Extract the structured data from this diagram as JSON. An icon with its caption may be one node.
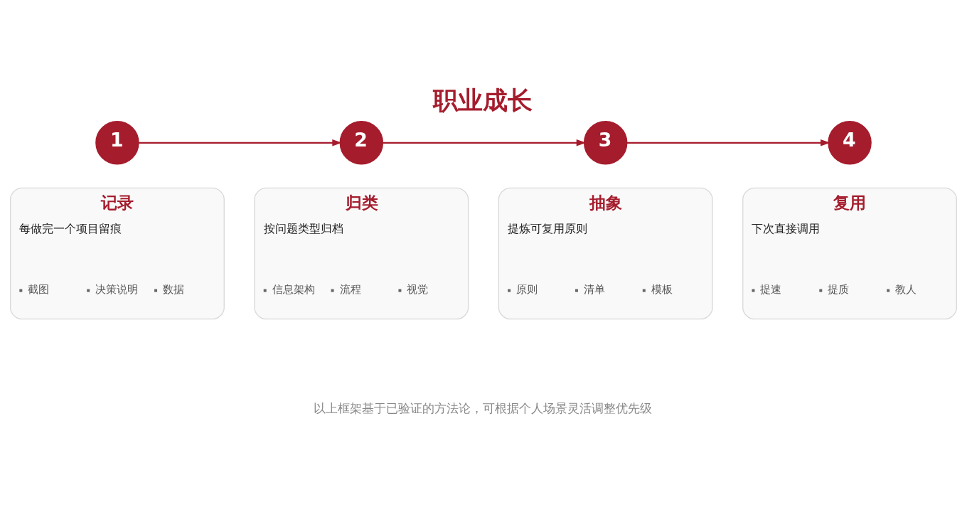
{
  "diagram": {
    "title": "职业成长",
    "caption": "以上框架基于已验证的方法论，可根据个人场景灵活调整优先级",
    "nodes": [
      {
        "text": [
          "1"
        ]
      },
      {
        "text": [
          "2"
        ]
      },
      {
        "text": [
          "3"
        ]
      },
      {
        "text": [
          "4"
        ]
      },
      {
        "text": [
          "记录",
          "每做完一个项目留痕",
          "截图",
          "决策说明",
          "数据"
        ]
      },
      {
        "text": [
          "归类",
          "按问题类型归档",
          "信息架构",
          "流程",
          "视觉"
        ]
      },
      {
        "text": [
          "抽象",
          "提炼可复用原则",
          "原则",
          "清单",
          "模板"
        ]
      },
      {
        "text": [
          "复用",
          "下次直接调用",
          "提速",
          "提质",
          "教人"
        ]
      }
    ],
    "edges": [
      {
        "from": 0,
        "to": 1,
        "arrow": "to"
      },
      {
        "from": 1,
        "to": 2,
        "arrow": "to"
      },
      {
        "from": 2,
        "to": 3,
        "arrow": "to"
      }
    ]
  }
}
